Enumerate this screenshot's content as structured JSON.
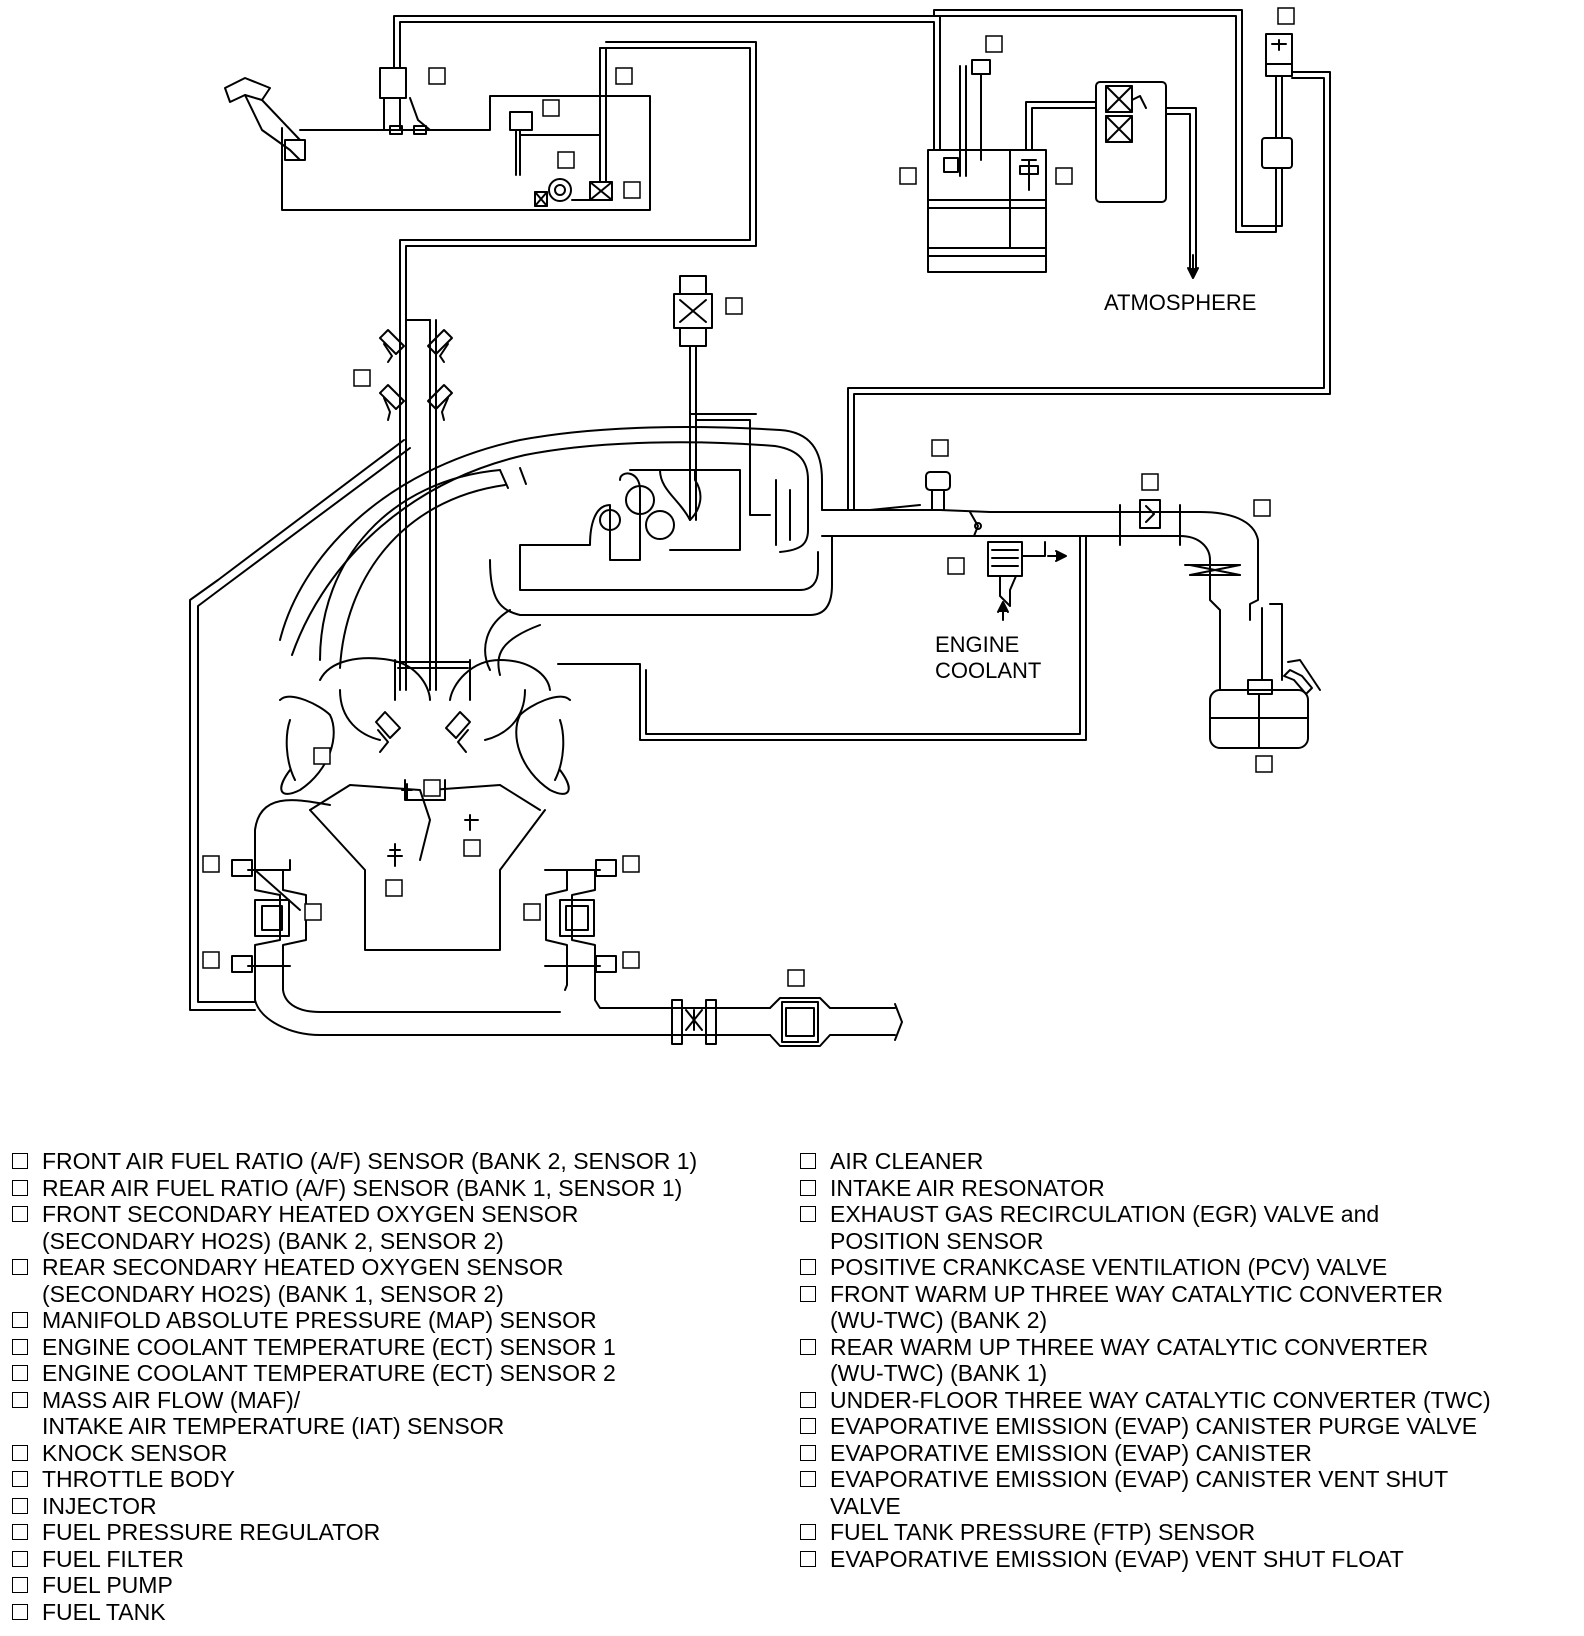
{
  "diagram": {
    "labels": {
      "atmosphere": "ATMOSPHERE",
      "engine_coolant_1": "ENGINE",
      "engine_coolant_2": "COOLANT"
    }
  },
  "legend": {
    "left": [
      {
        "lines": [
          "FRONT AIR FUEL RATIO (A/F) SENSOR (BANK 2, SENSOR 1)"
        ]
      },
      {
        "lines": [
          "REAR AIR FUEL RATIO (A/F) SENSOR (BANK 1, SENSOR 1)"
        ]
      },
      {
        "lines": [
          "FRONT SECONDARY HEATED OXYGEN SENSOR",
          "(SECONDARY HO2S) (BANK 2, SENSOR 2)"
        ]
      },
      {
        "lines": [
          "REAR SECONDARY HEATED OXYGEN SENSOR",
          "(SECONDARY HO2S) (BANK 1, SENSOR 2)"
        ]
      },
      {
        "lines": [
          "MANIFOLD ABSOLUTE PRESSURE (MAP) SENSOR"
        ]
      },
      {
        "lines": [
          "ENGINE COOLANT TEMPERATURE (ECT) SENSOR 1"
        ]
      },
      {
        "lines": [
          "ENGINE COOLANT TEMPERATURE (ECT) SENSOR 2"
        ]
      },
      {
        "lines": [
          "MASS AIR FLOW (MAF)/",
          "INTAKE AIR TEMPERATURE (IAT) SENSOR"
        ]
      },
      {
        "lines": [
          "KNOCK SENSOR"
        ]
      },
      {
        "lines": [
          "THROTTLE BODY"
        ]
      },
      {
        "lines": [
          "INJECTOR"
        ]
      },
      {
        "lines": [
          "FUEL PRESSURE REGULATOR"
        ]
      },
      {
        "lines": [
          "FUEL FILTER"
        ]
      },
      {
        "lines": [
          "FUEL PUMP"
        ]
      },
      {
        "lines": [
          "FUEL TANK"
        ]
      }
    ],
    "right": [
      {
        "lines": [
          "AIR CLEANER"
        ]
      },
      {
        "lines": [
          "INTAKE AIR RESONATOR"
        ]
      },
      {
        "lines": [
          "EXHAUST GAS RECIRCULATION (EGR) VALVE and",
          "POSITION SENSOR"
        ]
      },
      {
        "lines": [
          "POSITIVE CRANKCASE VENTILATION (PCV) VALVE"
        ]
      },
      {
        "lines": [
          "FRONT WARM UP THREE WAY CATALYTIC CONVERTER",
          "(WU-TWC) (BANK 2)"
        ]
      },
      {
        "lines": [
          "REAR WARM UP THREE WAY CATALYTIC CONVERTER",
          "(WU-TWC) (BANK 1)"
        ]
      },
      {
        "lines": [
          "UNDER-FLOOR THREE WAY CATALYTIC CONVERTER (TWC)"
        ]
      },
      {
        "lines": [
          "EVAPORATIVE EMISSION (EVAP) CANISTER PURGE VALVE"
        ]
      },
      {
        "lines": [
          "EVAPORATIVE EMISSION (EVAP) CANISTER"
        ]
      },
      {
        "lines": [
          "EVAPORATIVE EMISSION (EVAP) CANISTER VENT SHUT",
          "VALVE"
        ]
      },
      {
        "lines": [
          "FUEL TANK PRESSURE (FTP) SENSOR"
        ]
      },
      {
        "lines": [
          "EVAPORATIVE EMISSION (EVAP) VENT SHUT FLOAT"
        ]
      }
    ]
  }
}
